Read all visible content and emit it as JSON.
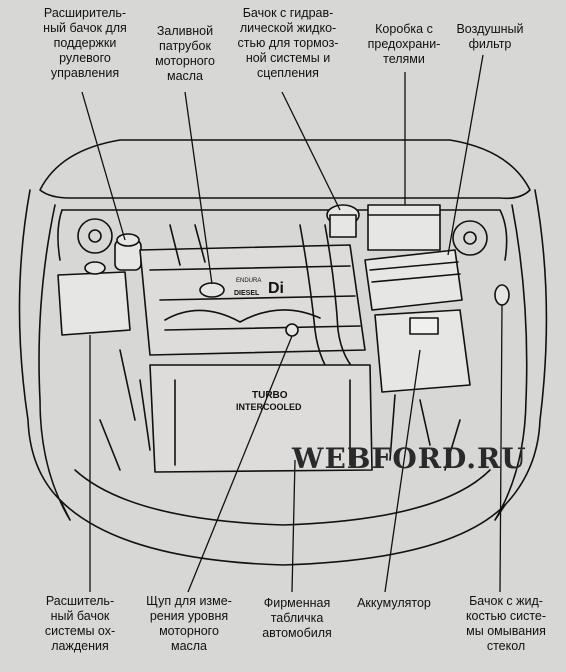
{
  "labels": {
    "steering_reservoir": "Расширитель-\nный бачок для\nподдержки\nрулевого\nуправления",
    "oil_filler": "Заливной\nпатрубок\nмоторного\nмасла",
    "brake_reservoir": "Бачок с гидрав-\nлической жидко-\nстью для тормоз-\nной системы и\nсцепления",
    "fuse_box": "Коробка с\nпредохрани-\nтелями",
    "air_filter": "Воздушный\nфильтр",
    "coolant_reservoir": "Расшитель-\nный бачок\nсистемы ох-\nлаждения",
    "dipstick": "Щуп для изме-\nрения уровня\nмоторного\nмасла",
    "vin_plate": "Фирменная\nтабличка\nавтомобиля",
    "battery": "Аккумулятор",
    "washer_reservoir": "Бачок с жид-\nкостью систе-\nмы омывания\nстекол"
  },
  "engine_cover": {
    "brand_small": "ENDURA",
    "diesel": "DIESEL",
    "di": "Di",
    "turbo": "TURBO",
    "intercooled": "INTERCOOLED"
  },
  "watermark": "WEBFORD.RU"
}
